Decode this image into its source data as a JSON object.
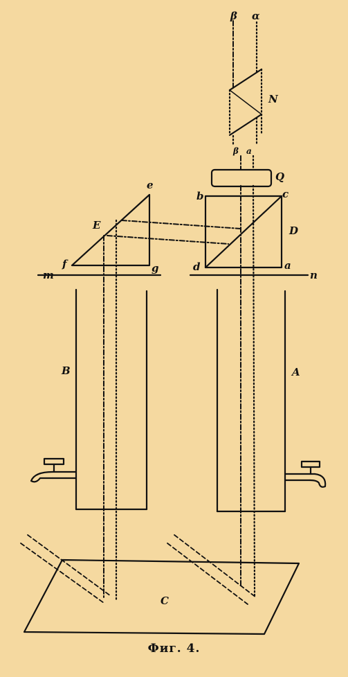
{
  "labels": {
    "beta_top": "β",
    "alpha_top": "α",
    "N": "N",
    "beta_bottom": "β",
    "alpha_bottom": "a",
    "Q": "Q",
    "b": "b",
    "c": "c",
    "D": "D",
    "d": "d",
    "a": "a",
    "e": "e",
    "E": "E",
    "f": "f",
    "g": "g",
    "m": "m",
    "n": "n",
    "B": "B",
    "A": "A",
    "C": "C"
  },
  "caption": "Фиг. 4."
}
